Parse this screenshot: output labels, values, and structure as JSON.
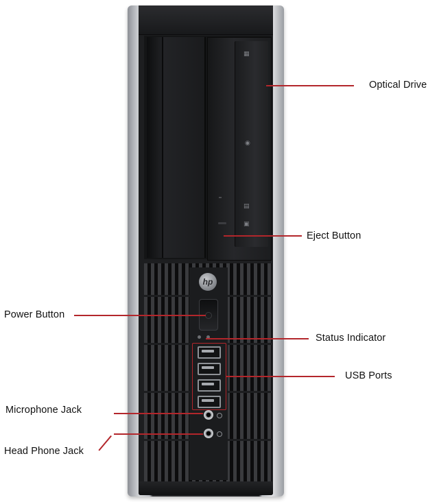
{
  "photo": {
    "subject": "desktop-tower-front",
    "brand_logo_text": "hp"
  },
  "callouts": {
    "optical_drive": "Optical Drive",
    "eject_button": "Eject Button",
    "power_button": "Power Button",
    "status_indicator": "Status Indicator",
    "usb_ports": "USB Ports",
    "microphone_jack": "Microphone Jack",
    "head_phone_jack": "Head Phone Jack"
  },
  "colors": {
    "callout_line": "#b3262b",
    "label_text": "#111111",
    "background": "#ffffff"
  },
  "icons": [
    "hp-logo-icon",
    "power-icon",
    "usb-icon",
    "microphone-icon",
    "headphone-icon"
  ]
}
